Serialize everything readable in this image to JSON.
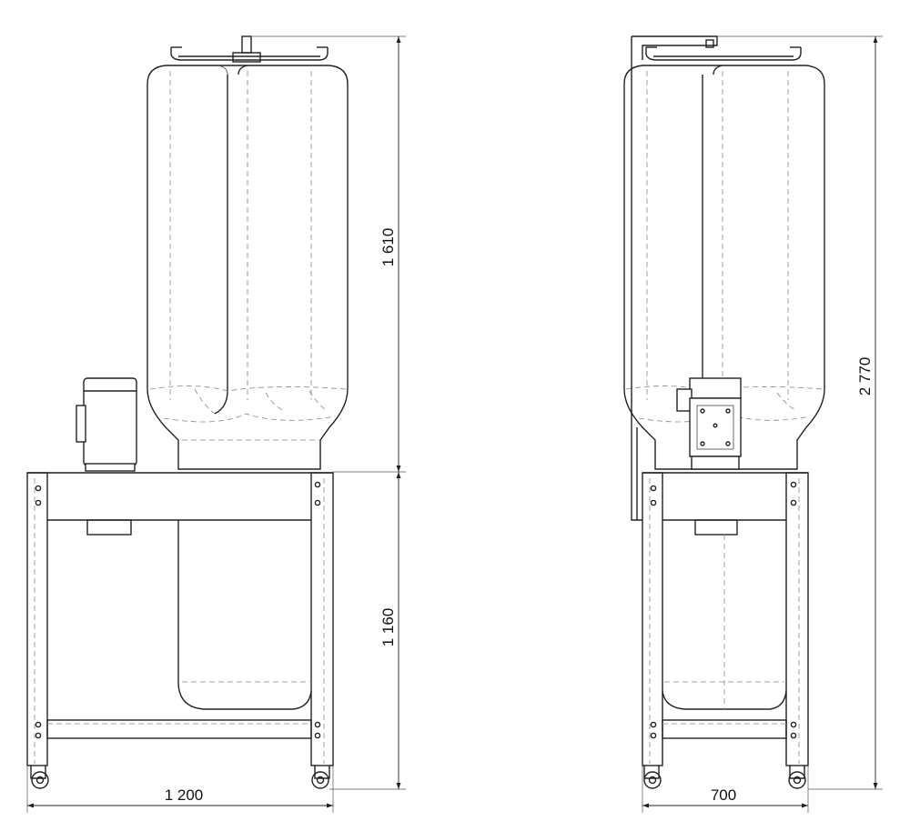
{
  "drawing": {
    "dimensions": {
      "hopper_height": "1 610",
      "frame_height": "1 160",
      "total_height": "2 770",
      "front_width": "1 200",
      "side_width": "700"
    }
  }
}
